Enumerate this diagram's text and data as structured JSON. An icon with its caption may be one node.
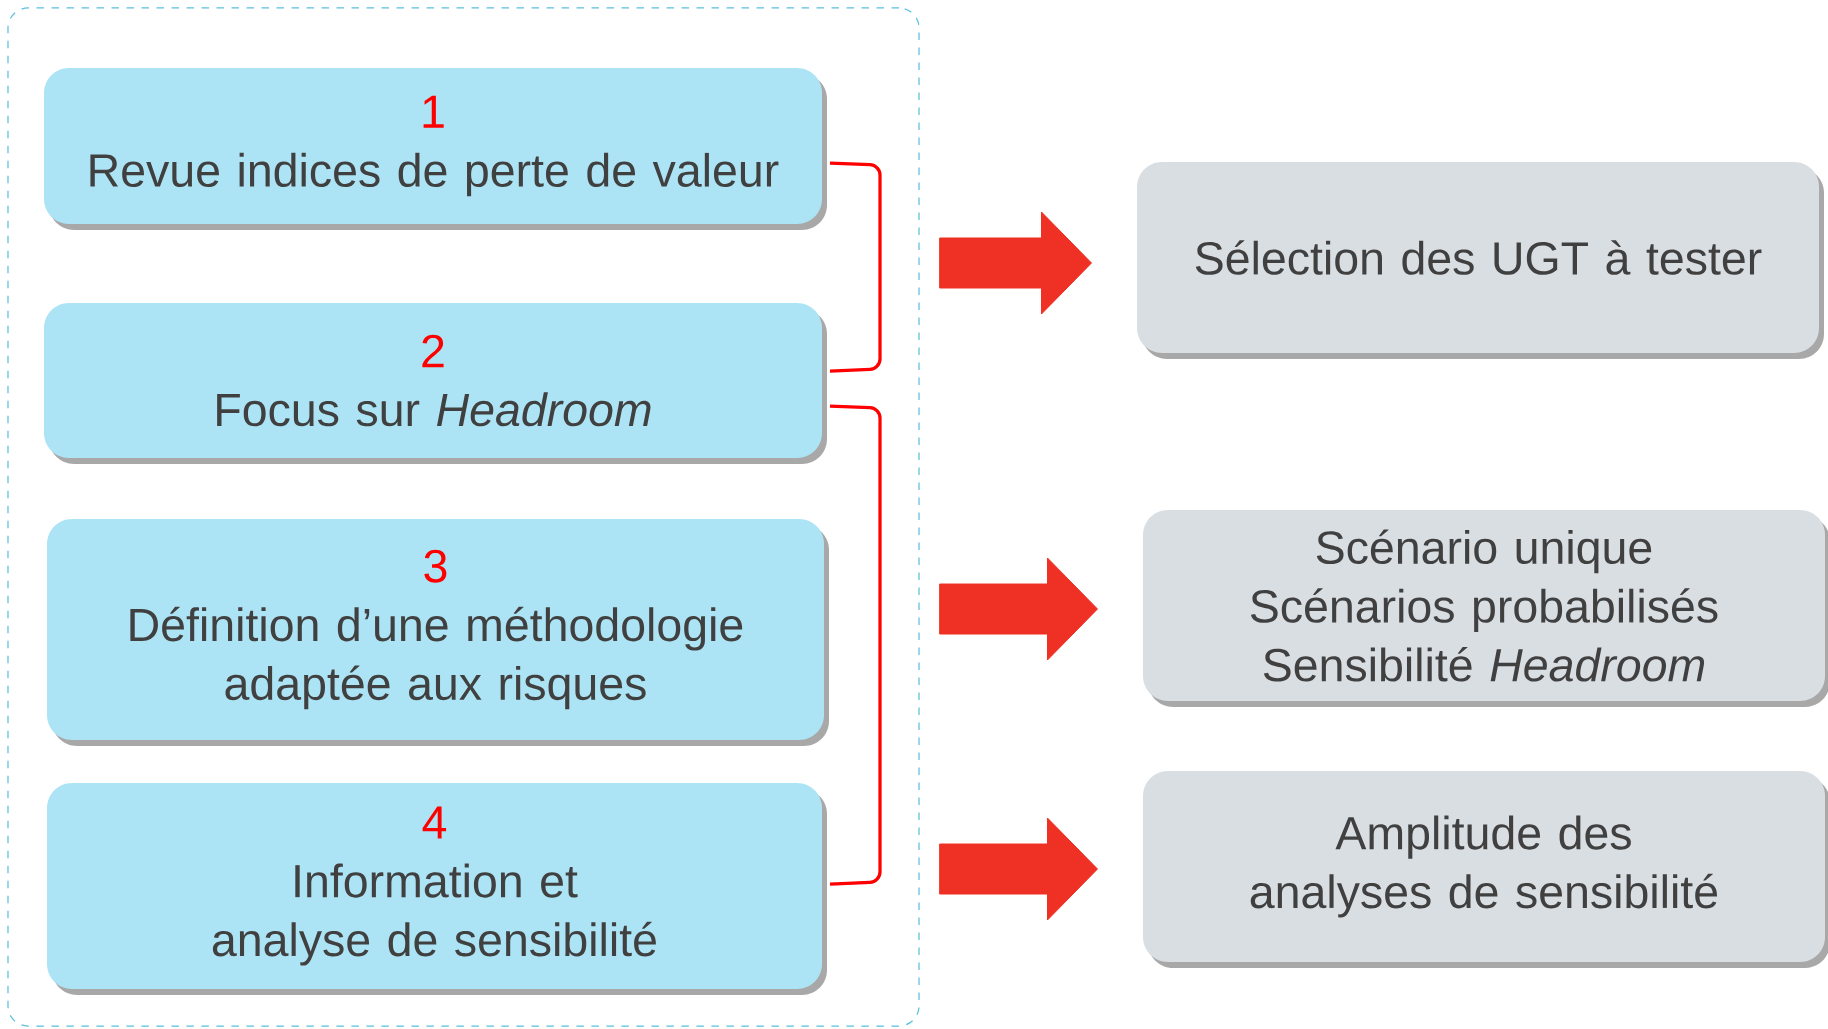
{
  "diagram": {
    "nodes": [
      {
        "text": [],
        "shape": "box"
      },
      {
        "text": [
          "1",
          "Revue indices de perte de valeur"
        ],
        "in": 0
      },
      {
        "text": [
          "2",
          "Focus sur *Headroom*"
        ],
        "in": 0
      },
      {
        "text": [
          "3",
          "Définition d’une méthodologie adaptée aux risques"
        ],
        "in": 0
      },
      {
        "text": [
          "4",
          "Information et analyse de sensibilité"
        ],
        "in": 0
      },
      {
        "text": [
          "Sélection des UGT à tester"
        ]
      },
      {
        "text": [
          "Scénario unique",
          "Scénarios probabilisés",
          "Sensibilité *Headroom*"
        ]
      },
      {
        "text": [
          "Amplitude des analyses de sensibilité"
        ]
      }
    ],
    "edges": [
      {
        "from": 0,
        "to": 5,
        "arrow": "to"
      },
      {
        "from": 0,
        "to": 6,
        "arrow": "to"
      },
      {
        "from": 0,
        "to": 7,
        "arrow": "to"
      }
    ]
  }
}
